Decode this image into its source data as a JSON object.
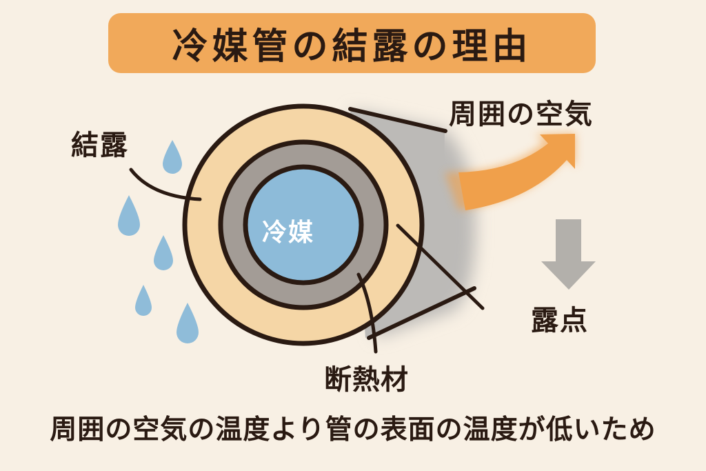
{
  "title": "冷媒管の結露の理由",
  "labels": {
    "condensation": "結露",
    "surrounding_air": "周囲の空気",
    "dew_point": "露点",
    "insulation": "断熱材",
    "refrigerant": "冷媒"
  },
  "caption": "周囲の空気の温度より管の表面の温度が低いため",
  "colors": {
    "background": "#f8f0e4",
    "title_bg": "#f1a95a",
    "outer_ring": "#f5d6a6",
    "middle_ring": "#a39c96",
    "core": "#8dbbd9",
    "pipe_body": "#bcbab7",
    "warm_arrow": "#f0a04b",
    "down_arrow": "#b3b0ab",
    "droplet": "#8fbcd9",
    "outline": "#2a1a12"
  }
}
